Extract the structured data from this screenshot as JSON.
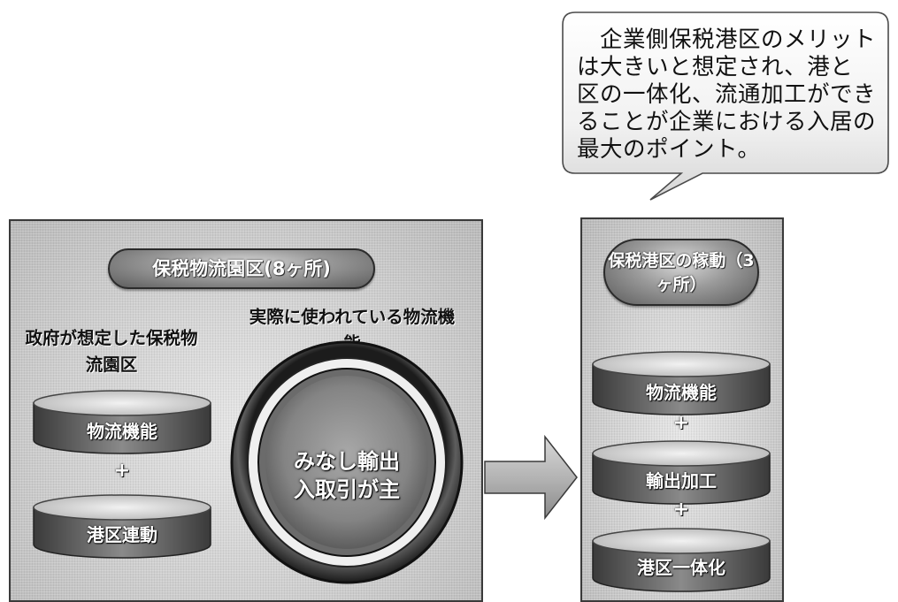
{
  "speech_bubble": {
    "text": "　企業側保税港区のメリットは大きいと想定され、港と区の一体化、流通加工ができることが企業における入居の最大のポイント。"
  },
  "left_panel": {
    "title": "保税物流園区(8ヶ所)",
    "caption_left": "政府が想定した保税物流園区",
    "caption_right": "実際に使われている物流機能",
    "cylinders": [
      "物流機能",
      "港区連動"
    ],
    "plus": "+",
    "ring_text": "みなし輸出入取引が主"
  },
  "right_panel": {
    "title": "保税港区の稼動（3ヶ所）",
    "cylinders": [
      "物流機能",
      "輸出加工",
      "港区一体化"
    ],
    "plus": "+"
  }
}
